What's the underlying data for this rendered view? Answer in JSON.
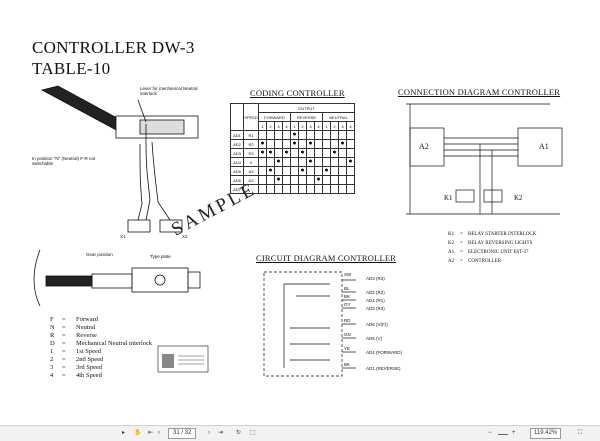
{
  "document": {
    "title_line1": "CONTROLLER DW-3",
    "title_line2": "TABLE-10",
    "watermark": "SAMPLE",
    "left_diagram": {
      "lever_note": "Lever for mechanical Neutral interlock",
      "neutral_note": "In position \"N\" (Neutral) F-R not switchable",
      "gear_position": "Gear position",
      "type_plate": "Type plate",
      "x1": "X1",
      "x2": "X2"
    },
    "legend": [
      {
        "key": "F",
        "value": "Forward"
      },
      {
        "key": "N",
        "value": "Neutral"
      },
      {
        "key": "R",
        "value": "Reverse"
      },
      {
        "key": "D",
        "value": "Mechanical Neutral interlock"
      },
      {
        "key": "1",
        "value": "1st Speed"
      },
      {
        "key": "2",
        "value": "2nd Speed"
      },
      {
        "key": "3",
        "value": "3rd Speed"
      },
      {
        "key": "4",
        "value": "4th Speed"
      }
    ],
    "coding_controller": {
      "title": "CODING CONTROLLER",
      "output_label": "OUTPUT",
      "speed_label": "SPEED",
      "forward_label": "FORWARD",
      "reverse_label": "REVERSE",
      "neutral_label": "NEUTRAL",
      "rows": [
        {
          "ad": "AD1",
          "sp": "R1",
          "cells": [
            "",
            "",
            "",
            "",
            "●",
            "",
            "",
            "",
            "",
            "",
            "",
            ""
          ]
        },
        {
          "ad": "AD2",
          "sp": "R2",
          "cells": [
            "●",
            "",
            "",
            "",
            "●",
            "",
            "●",
            "",
            "",
            "",
            "●",
            ""
          ]
        },
        {
          "ad": "AD3",
          "sp": "R3",
          "cells": [
            "●",
            "●",
            "",
            "●",
            "",
            "●",
            "",
            "",
            "",
            "●",
            "",
            ""
          ]
        },
        {
          "ad": "AD4",
          "sp": "V",
          "cells": [
            "",
            "",
            "●",
            "",
            "",
            "",
            "●",
            "",
            "",
            "",
            "",
            "●"
          ]
        },
        {
          "ad": "AD5",
          "sp": "A3",
          "cells": [
            "",
            "●",
            "",
            "",
            "",
            "●",
            "",
            "",
            "●",
            "",
            "",
            ""
          ]
        },
        {
          "ad": "AD6",
          "sp": "A3",
          "cells": [
            "",
            "",
            "●",
            "",
            "",
            "",
            "",
            "●",
            "",
            "",
            "",
            ""
          ]
        },
        {
          "ad": "AD7",
          "sp": "",
          "cells": [
            "",
            "",
            "",
            "",
            "",
            "",
            "",
            "",
            "",
            "",
            "",
            ""
          ]
        }
      ]
    },
    "connection_diagram": {
      "title": "CONNECTION DIAGRAM CONTROLLER",
      "a1": "A1",
      "a2": "A2",
      "k1": "K1",
      "k2": "K2",
      "legend": [
        {
          "key": "K1",
          "value": "RELAY STARTER INTERLOCK"
        },
        {
          "key": "K2",
          "value": "RELAY REVERSING LIGHTS"
        },
        {
          "key": "A1",
          "value": "ELECTRONIC UNIT  EST-37"
        },
        {
          "key": "A2",
          "value": "CONTROLLER"
        }
      ]
    },
    "circuit_diagram": {
      "title": "CIRCUIT DIAGRAM CONTROLLER",
      "labels": [
        "AD3 (R3)",
        "AD2 (R2)",
        "AD1 (R1)",
        "AD3 (R3)",
        "AD6 (V(F))",
        "AD5 (V)",
        "AD4 (FORWARD)",
        "AD1 (REVERSE)"
      ],
      "pins": [
        "SW",
        "BL",
        "BK",
        "GY",
        "RD",
        "GN",
        "YE",
        "BK"
      ]
    }
  },
  "statusbar": {
    "page_input": "31 / 32",
    "zoom": "119.42%",
    "icons": [
      "pointer-icon",
      "hand-icon",
      "first-page-icon",
      "prev-page-icon",
      "next-page-icon",
      "last-page-icon",
      "rotate-icon",
      "fit-icon",
      "zoom-out-icon",
      "zoom-in-icon",
      "fullscreen-icon"
    ]
  }
}
